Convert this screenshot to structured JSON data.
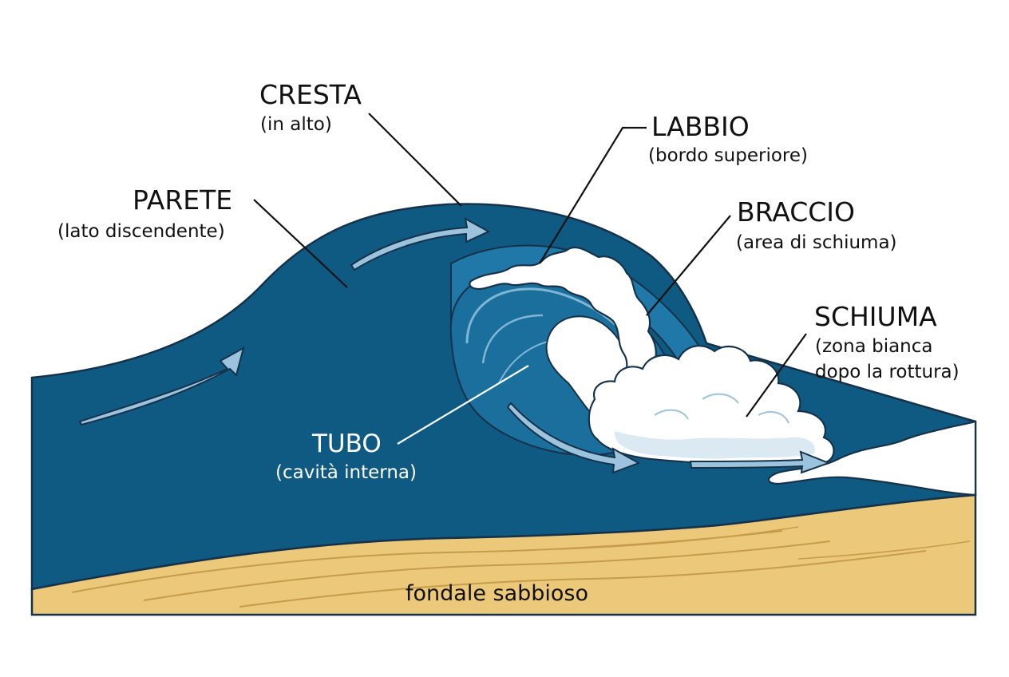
{
  "labels": {
    "cresta": {
      "title": "CRESTA",
      "sub": "(in alto)"
    },
    "labbio": {
      "title": "LABBIO",
      "sub": "(bordo superiore)"
    },
    "parete": {
      "title": "PARETE",
      "sub": "(lato discendente)"
    },
    "braccio": {
      "title": "BRACCIO",
      "sub": "(area di schiuma)"
    },
    "schiuma": {
      "title": "SCHIUMA",
      "sub1": "(zona bianca",
      "sub2": "dopo la rottura)"
    },
    "tubo": {
      "title": "TUBO",
      "sub": "(cavità interna)"
    },
    "fondale": "fondale sabbioso"
  },
  "colors": {
    "wave": "#0e5a83",
    "wave_dark": "#0a4466",
    "sand": "#ecc97a",
    "sand_line": "#c79b4c",
    "foam": "#ffffff",
    "arrow": "#9cc3dd",
    "outline": "#16324a"
  }
}
